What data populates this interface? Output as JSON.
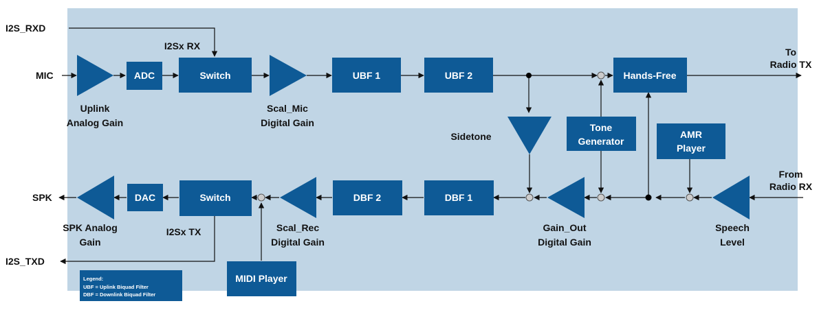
{
  "signals": {
    "i2s_rxd": "I2S_RXD",
    "i2s_txd": "I2S_TXD",
    "mic": "MIC",
    "spk": "SPK",
    "to_radio_tx": [
      "To",
      "Radio TX"
    ],
    "from_radio_rx": [
      "From",
      "Radio RX"
    ]
  },
  "blocks": {
    "adc": "ADC",
    "switch_up": "Switch",
    "ubf1": "UBF 1",
    "ubf2": "UBF 2",
    "hands_free": "Hands-Free",
    "tone_generator": [
      "Tone",
      "Generator"
    ],
    "amr_player": [
      "AMR",
      "Player"
    ],
    "dbf1": "DBF 1",
    "dbf2": "DBF 2",
    "switch_down": "Switch",
    "dac": "DAC",
    "midi_player": "MIDI Player"
  },
  "labels": {
    "i2sx_rx": "I2Sx RX",
    "i2sx_tx": "I2Sx TX",
    "uplink_analog_gain": [
      "Uplink",
      "Analog Gain"
    ],
    "scal_mic": [
      "Scal_Mic",
      "Digital Gain"
    ],
    "sidetone": "Sidetone",
    "spk_analog_gain": [
      "SPK Analog",
      "Gain"
    ],
    "scal_rec": [
      "Scal_Rec",
      "Digital Gain"
    ],
    "gain_out": [
      "Gain_Out",
      "Digital Gain"
    ],
    "speech_level": [
      "Speech",
      "Level"
    ]
  },
  "legend": {
    "title": "Legend:",
    "line1": "UBF = Uplink Biquad Filter",
    "line2": "DBF = Downlink Biquad Filter"
  },
  "colors": {
    "background": "#c0d5e5",
    "block": "#0e5a96",
    "wire": "#111111"
  }
}
